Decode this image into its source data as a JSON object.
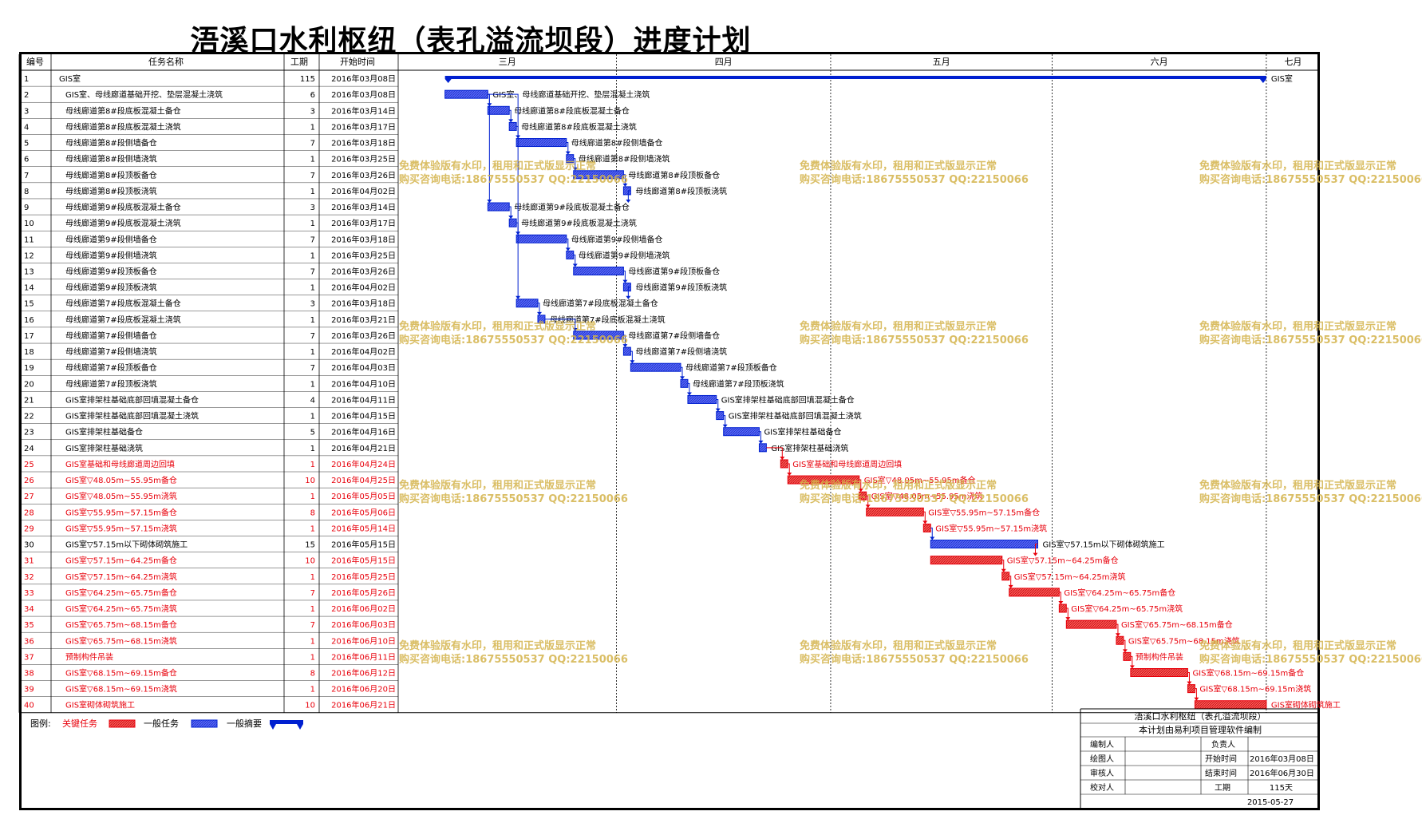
{
  "title": "浯溪口水利枢纽（表孔溢流坝段）进度计划",
  "columns": {
    "id": "编号",
    "name": "任务名称",
    "duration": "工期",
    "start": "开始时间"
  },
  "months": [
    "三月",
    "四月",
    "五月",
    "六月",
    "七月"
  ],
  "colors": {
    "critical": "#e8000b",
    "normal": "#4455ee",
    "summary": "#0020d0",
    "grid": "#000000"
  },
  "tasks": [
    {
      "id": "1",
      "name": "GIS室",
      "duration": "115",
      "start": "2016年03月08日",
      "type": "summary",
      "indent": 0
    },
    {
      "id": "2",
      "name": "GIS室、母线廊道基础开挖、垫层混凝土浇筑",
      "duration": "6",
      "start": "2016年03月08日",
      "type": "normal",
      "indent": 1
    },
    {
      "id": "3",
      "name": "母线廊道第8#段底板混凝土备仓",
      "duration": "3",
      "start": "2016年03月14日",
      "type": "normal",
      "indent": 1
    },
    {
      "id": "4",
      "name": "母线廊道第8#段底板混凝土浇筑",
      "duration": "1",
      "start": "2016年03月17日",
      "type": "normal",
      "indent": 1
    },
    {
      "id": "5",
      "name": "母线廊道第8#段侧墙备仓",
      "duration": "7",
      "start": "2016年03月18日",
      "type": "normal",
      "indent": 1
    },
    {
      "id": "6",
      "name": "母线廊道第8#段侧墙浇筑",
      "duration": "1",
      "start": "2016年03月25日",
      "type": "normal",
      "indent": 1
    },
    {
      "id": "7",
      "name": "母线廊道第8#段顶板备仓",
      "duration": "7",
      "start": "2016年03月26日",
      "type": "normal",
      "indent": 1
    },
    {
      "id": "8",
      "name": "母线廊道第8#段顶板浇筑",
      "duration": "1",
      "start": "2016年04月02日",
      "type": "normal",
      "indent": 1
    },
    {
      "id": "9",
      "name": "母线廊道第9#段底板混凝土备仓",
      "duration": "3",
      "start": "2016年03月14日",
      "type": "normal",
      "indent": 1
    },
    {
      "id": "10",
      "name": "母线廊道第9#段底板混凝土浇筑",
      "duration": "1",
      "start": "2016年03月17日",
      "type": "normal",
      "indent": 1
    },
    {
      "id": "11",
      "name": "母线廊道第9#段侧墙备仓",
      "duration": "7",
      "start": "2016年03月18日",
      "type": "normal",
      "indent": 1
    },
    {
      "id": "12",
      "name": "母线廊道第9#段侧墙浇筑",
      "duration": "1",
      "start": "2016年03月25日",
      "type": "normal",
      "indent": 1
    },
    {
      "id": "13",
      "name": "母线廊道第9#段顶板备仓",
      "duration": "7",
      "start": "2016年03月26日",
      "type": "normal",
      "indent": 1
    },
    {
      "id": "14",
      "name": "母线廊道第9#段顶板浇筑",
      "duration": "1",
      "start": "2016年04月02日",
      "type": "normal",
      "indent": 1
    },
    {
      "id": "15",
      "name": "母线廊道第7#段底板混凝土备仓",
      "duration": "3",
      "start": "2016年03月18日",
      "type": "normal",
      "indent": 1
    },
    {
      "id": "16",
      "name": "母线廊道第7#段底板混凝土浇筑",
      "duration": "1",
      "start": "2016年03月21日",
      "type": "normal",
      "indent": 1
    },
    {
      "id": "17",
      "name": "母线廊道第7#段侧墙备仓",
      "duration": "7",
      "start": "2016年03月26日",
      "type": "normal",
      "indent": 1
    },
    {
      "id": "18",
      "name": "母线廊道第7#段侧墙浇筑",
      "duration": "1",
      "start": "2016年04月02日",
      "type": "normal",
      "indent": 1
    },
    {
      "id": "19",
      "name": "母线廊道第7#段顶板备仓",
      "duration": "7",
      "start": "2016年04月03日",
      "type": "normal",
      "indent": 1
    },
    {
      "id": "20",
      "name": "母线廊道第7#段顶板浇筑",
      "duration": "1",
      "start": "2016年04月10日",
      "type": "normal",
      "indent": 1
    },
    {
      "id": "21",
      "name": "GIS室排架柱基础底部回填混凝土备仓",
      "duration": "4",
      "start": "2016年04月11日",
      "type": "normal",
      "indent": 1
    },
    {
      "id": "22",
      "name": "GIS室排架柱基础底部回填混凝土浇筑",
      "duration": "1",
      "start": "2016年04月15日",
      "type": "normal",
      "indent": 1
    },
    {
      "id": "23",
      "name": "GIS室排架柱基础备仓",
      "duration": "5",
      "start": "2016年04月16日",
      "type": "normal",
      "indent": 1
    },
    {
      "id": "24",
      "name": "GIS室排架柱基础浇筑",
      "duration": "1",
      "start": "2016年04月21日",
      "type": "normal",
      "indent": 1
    },
    {
      "id": "25",
      "name": "GIS室基础和母线廊道周边回填",
      "duration": "1",
      "start": "2016年04月24日",
      "type": "critical",
      "indent": 1
    },
    {
      "id": "26",
      "name": "GIS室▽48.05m~55.95m备仓",
      "duration": "10",
      "start": "2016年04月25日",
      "type": "critical",
      "indent": 1
    },
    {
      "id": "27",
      "name": "GIS室▽48.05m~55.95m浇筑",
      "duration": "1",
      "start": "2016年05月05日",
      "type": "critical",
      "indent": 1
    },
    {
      "id": "28",
      "name": "GIS室▽55.95m~57.15m备仓",
      "duration": "8",
      "start": "2016年05月06日",
      "type": "critical",
      "indent": 1
    },
    {
      "id": "29",
      "name": "GIS室▽55.95m~57.15m浇筑",
      "duration": "1",
      "start": "2016年05月14日",
      "type": "critical",
      "indent": 1
    },
    {
      "id": "30",
      "name": "GIS室▽57.15m以下砌体砌筑施工",
      "duration": "15",
      "start": "2016年05月15日",
      "type": "normal",
      "indent": 1
    },
    {
      "id": "31",
      "name": "GIS室▽57.15m~64.25m备仓",
      "duration": "10",
      "start": "2016年05月15日",
      "type": "critical",
      "indent": 1
    },
    {
      "id": "32",
      "name": "GIS室▽57.15m~64.25m浇筑",
      "duration": "1",
      "start": "2016年05月25日",
      "type": "critical",
      "indent": 1
    },
    {
      "id": "33",
      "name": "GIS室▽64.25m~65.75m备仓",
      "duration": "7",
      "start": "2016年05月26日",
      "type": "critical",
      "indent": 1
    },
    {
      "id": "34",
      "name": "GIS室▽64.25m~65.75m浇筑",
      "duration": "1",
      "start": "2016年06月02日",
      "type": "critical",
      "indent": 1
    },
    {
      "id": "35",
      "name": "GIS室▽65.75m~68.15m备仓",
      "duration": "7",
      "start": "2016年06月03日",
      "type": "critical",
      "indent": 1
    },
    {
      "id": "36",
      "name": "GIS室▽65.75m~68.15m浇筑",
      "duration": "1",
      "start": "2016年06月10日",
      "type": "critical",
      "indent": 1
    },
    {
      "id": "37",
      "name": "预制构件吊装",
      "duration": "1",
      "start": "2016年06月11日",
      "type": "critical",
      "indent": 1
    },
    {
      "id": "38",
      "name": "GIS室▽68.15m~69.15m备仓",
      "duration": "8",
      "start": "2016年06月12日",
      "type": "critical",
      "indent": 1
    },
    {
      "id": "39",
      "name": "GIS室▽68.15m~69.15m浇筑",
      "duration": "1",
      "start": "2016年06月20日",
      "type": "critical",
      "indent": 1
    },
    {
      "id": "40",
      "name": "GIS室砌体砌筑施工",
      "duration": "10",
      "start": "2016年06月21日",
      "type": "critical",
      "indent": 1
    }
  ],
  "legend": {
    "label": "图例:",
    "critical": "关键任务",
    "normal": "一般任务",
    "summary": "一般摘要"
  },
  "info": {
    "project": "浯溪口水利枢纽（表孔溢流坝段）",
    "software": "本计划由易利项目管理软件编制",
    "compiler": "编制人",
    "responsible": "负责人",
    "drawer": "绘图人",
    "start_label": "开始时间",
    "start_value": "2016年03月08日",
    "reviewer": "审核人",
    "end_label": "结束时间",
    "end_value": "2016年06月30日",
    "checker": "校对人",
    "duration_label": "工期",
    "duration_value": "115天",
    "date": "2015-05-27"
  },
  "watermark": {
    "line1": "免费体验版有水印，租用和正式版显示正常",
    "line2": "购买咨询电话:18675550537 QQ:22150066"
  }
}
